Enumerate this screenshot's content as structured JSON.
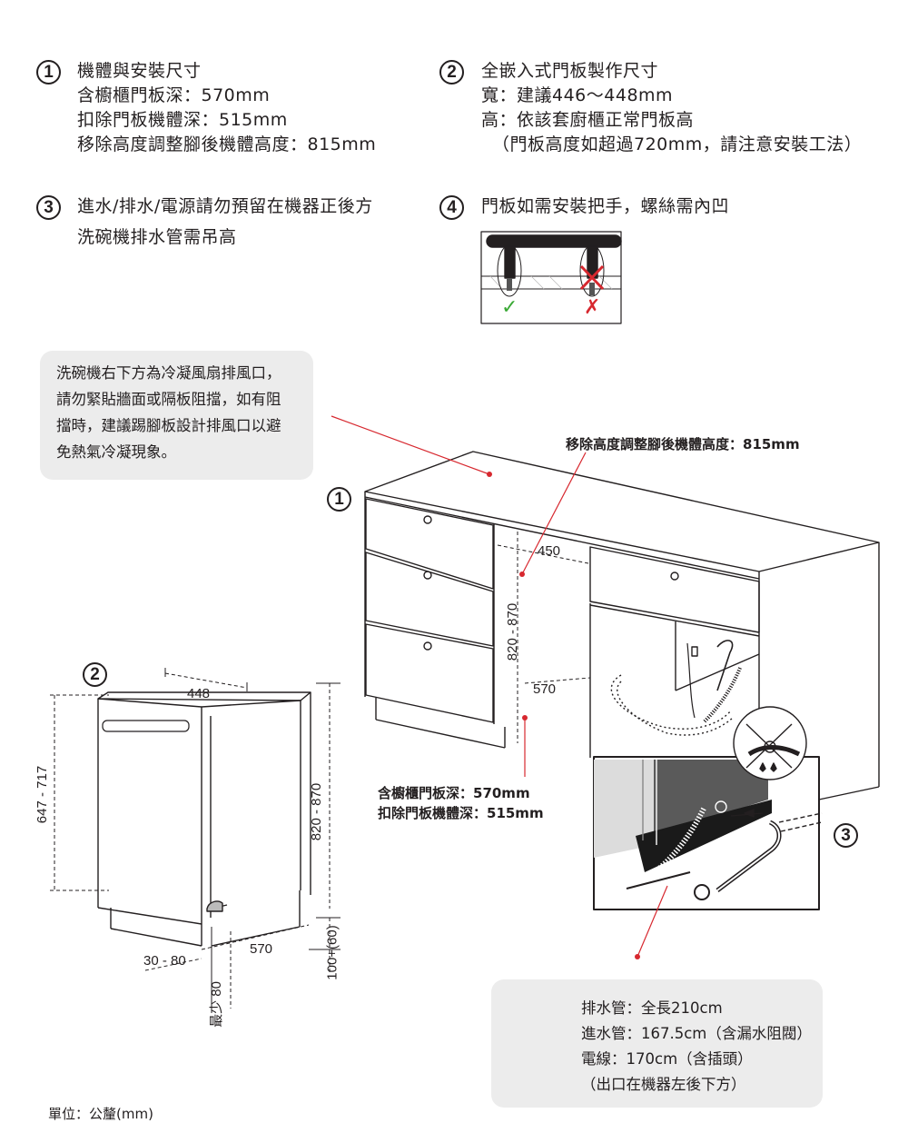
{
  "section1": {
    "num": "1",
    "lines": [
      "機體與安裝尺寸",
      "含櫥櫃門板深：570mm",
      "扣除門板機體深：515mm",
      "移除高度調整腳後機體高度：815mm"
    ]
  },
  "section2": {
    "num": "2",
    "lines": [
      "全嵌入式門板製作尺寸",
      "寬：建議446～448mm",
      "高：依該套廚櫃正常門板高",
      "（門板高度如超過720mm，請注意安裝工法）"
    ]
  },
  "section3": {
    "num": "3",
    "lines": [
      "進水/排水/電源請勿預留在機器正後方",
      "洗碗機排水管需吊高"
    ]
  },
  "section4": {
    "num": "4",
    "lines": [
      "門板如需安裝把手，螺絲需內凹"
    ],
    "ok_mark": "✓",
    "ng_mark": "✗"
  },
  "vent_note": {
    "lines": [
      "洗碗機右下方為冷凝風扇排風口，",
      "請勿緊貼牆面或隔板阻擋，如有阻",
      "擋時，建議踢腳板設計排風口以避",
      "免熱氣冷凝現象。"
    ]
  },
  "callouts": {
    "height_label": "移除高度調整腳後機體高度：815mm",
    "depth_label_1": "含櫥櫃門板深：570mm",
    "depth_label_2": "扣除門板機體深：515mm",
    "num_1": "1",
    "num_2": "2",
    "num_3": "3"
  },
  "dimensions": {
    "cab_width": "450",
    "cab_height": "820 - 870",
    "cab_depth": "570",
    "door_width": "448",
    "door_height": "647 - 717",
    "unit_height": "820 - 870",
    "unit_depth": "570",
    "kick_gap": "30 - 80",
    "min_gap": "最少 80",
    "foot_height": "100+(60)"
  },
  "legend": {
    "items": [
      "排水管：全長210cm",
      "進水管：167.5cm（含漏水阻閥）",
      "電線：170cm（含插頭）",
      "（出口在機器左後下方）"
    ]
  },
  "unit_note": "單位：公釐(mm)",
  "colors": {
    "accent_red": "#d7282f",
    "note_bg": "#ececec",
    "line": "#231f20",
    "check_green": "#3aa935"
  }
}
